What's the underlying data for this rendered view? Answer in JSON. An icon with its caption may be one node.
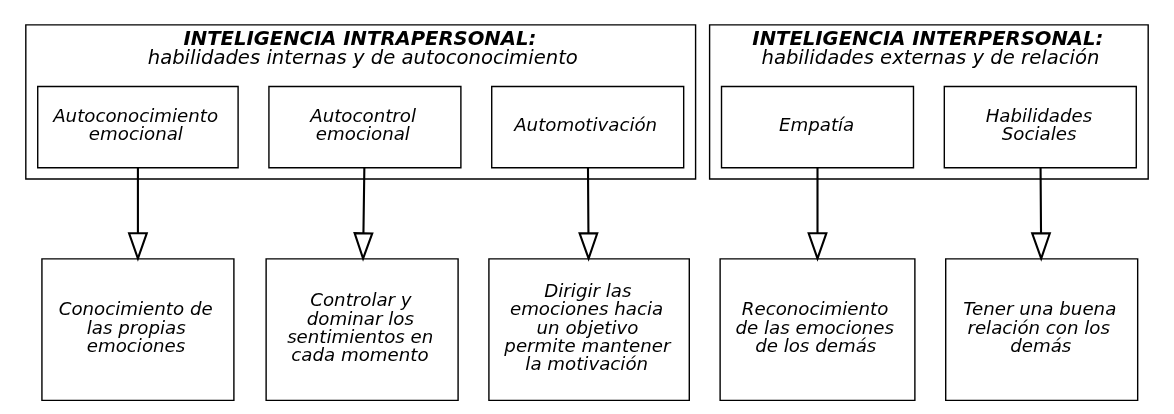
{
  "diagram": {
    "nodes": [
      {
        "text": [
          "INTELIGENCIA INTRAPERSONAL:",
          "habilidades internas y de autoconocimiento"
        ]
      },
      {
        "text": [
          "Autoconocimiento emocional"
        ],
        "in": 0
      },
      {
        "text": [
          "Autocontrol emocional"
        ],
        "in": 0
      },
      {
        "text": [
          "Automotivación"
        ],
        "in": 0
      },
      {
        "text": [
          "INTELIGENCIA INTERPERSONAL:",
          "habilidades externas y de relación"
        ]
      },
      {
        "text": [
          "Empatía"
        ],
        "in": 4
      },
      {
        "text": [
          "Habilidades Sociales"
        ],
        "in": 4
      },
      {
        "text": [
          "Conocimiento de las propias emociones"
        ]
      },
      {
        "text": [
          "Controlar y dominar los sentimientos en cada momento"
        ]
      },
      {
        "text": [
          "Dirigir las emociones hacia un objetivo permite mantener la motivación"
        ]
      },
      {
        "text": [
          "Reconocimiento de las emociones de los demás"
        ]
      },
      {
        "text": [
          "Tener una buena relación con los demás"
        ]
      }
    ],
    "edges": [
      {
        "from": 1,
        "to": 7,
        "arrow": "to"
      },
      {
        "from": 2,
        "to": 8,
        "arrow": "to"
      },
      {
        "from": 3,
        "to": 9,
        "arrow": "to"
      },
      {
        "from": 5,
        "to": 10,
        "arrow": "to"
      },
      {
        "from": 6,
        "to": 11,
        "arrow": "to"
      }
    ]
  }
}
